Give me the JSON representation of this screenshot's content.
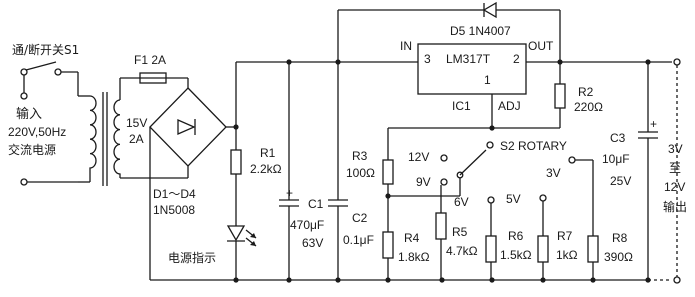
{
  "labels": {
    "switch": "通/断开关S1",
    "input1": "输入",
    "input2": "220V,50Hz",
    "input3": "交流电源",
    "fuse": "F1  2A",
    "sec_v": "15V",
    "sec_a": "2A",
    "bridge1": "D1～D4",
    "bridge2": "1N5008",
    "r1_name": "R1",
    "r1_val": "2.2kΩ",
    "c1_name": "C1",
    "c1_val1": "470μF",
    "c1_val2": "63V",
    "c2_name": "C2",
    "c2_val": "0.1μF",
    "led": "电源指示",
    "d5": "D5  1N4007",
    "ic_name": "LM317T",
    "ic_ref": "IC1",
    "pin_in": "IN",
    "pin_out": "OUT",
    "pin3": "3",
    "pin2": "2",
    "pin1": "1",
    "pin_adj": "ADJ",
    "r2_name": "R2",
    "r2_val": "220Ω",
    "r3_name": "R3",
    "r3_val": "100Ω",
    "r4_name": "R4",
    "r4_val": "1.8kΩ",
    "r5_name": "R5",
    "r5_val": "4.7kΩ",
    "r6_name": "R6",
    "r6_val": "1.5kΩ",
    "r7_name": "R7",
    "r7_val": "1kΩ",
    "r8_name": "R8",
    "r8_val": "390Ω",
    "s2": "S2  ROTARY",
    "v12": "12V",
    "v9": "9V",
    "v6": "6V",
    "v5": "5V",
    "v3": "3V",
    "c3_name": "C3",
    "c3_val1": "10μF",
    "c3_val2": "25V",
    "plus": "+",
    "out1": "3V",
    "out2": "至",
    "out3": "12V",
    "out4": "输出"
  }
}
